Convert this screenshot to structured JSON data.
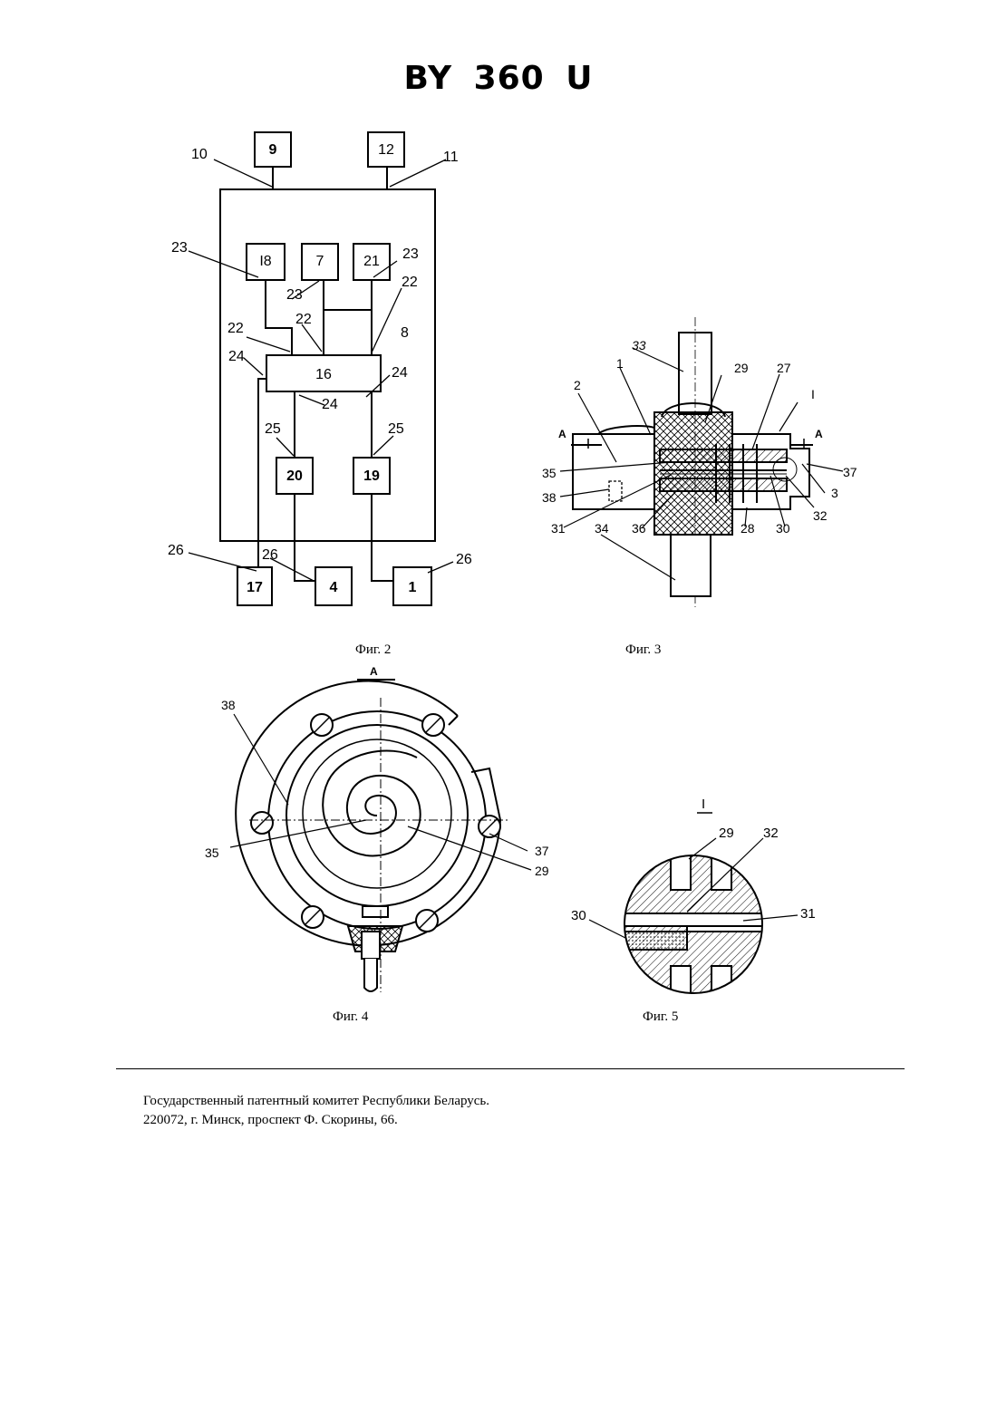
{
  "header": {
    "title": "BY 360 U"
  },
  "figures": {
    "fig2": {
      "caption": "Фиг. 2",
      "boxes": {
        "b9": "9",
        "b12": "12",
        "b18": "I8",
        "b7": "7",
        "b21": "21",
        "b16": "16",
        "b20": "20",
        "b19": "19",
        "b17": "17",
        "b4": "4",
        "b1": "1"
      },
      "labels": {
        "l10": "10",
        "l11": "11",
        "l23a": "23",
        "l23b": "23",
        "l23c": "23",
        "l22a": "22",
        "l22b": "22",
        "l22c": "22",
        "l8": "8",
        "l24a": "24",
        "l24b": "24",
        "l24c": "24",
        "l25a": "25",
        "l25b": "25",
        "l26a": "26",
        "l26b": "26",
        "l26c": "26"
      }
    },
    "fig3": {
      "caption": "Фиг. 3",
      "labels": {
        "l33": "33",
        "l1": "1",
        "l29": "29",
        "l27": "27",
        "l2": "2",
        "lI": "I",
        "lA1": "A",
        "lA2": "A",
        "l35": "35",
        "l38": "38",
        "l31": "31",
        "l34": "34",
        "l36": "36",
        "l28": "28",
        "l30": "30",
        "l32": "32",
        "l37": "37",
        "l3": "3"
      }
    },
    "fig4": {
      "caption": "Фиг. 4",
      "labels": {
        "lA": "A",
        "l38": "38",
        "l35": "35",
        "l37": "37",
        "l29": "29"
      }
    },
    "fig5": {
      "caption": "Фиг. 5",
      "labels": {
        "lI": "I",
        "l29": "29",
        "l32": "32",
        "l30": "30",
        "l31": "31"
      }
    }
  },
  "footer": {
    "line1": "Государственный патентный комитет Республики Беларусь.",
    "line2": "220072, г. Минск, проспект Ф. Скорины, 66."
  }
}
